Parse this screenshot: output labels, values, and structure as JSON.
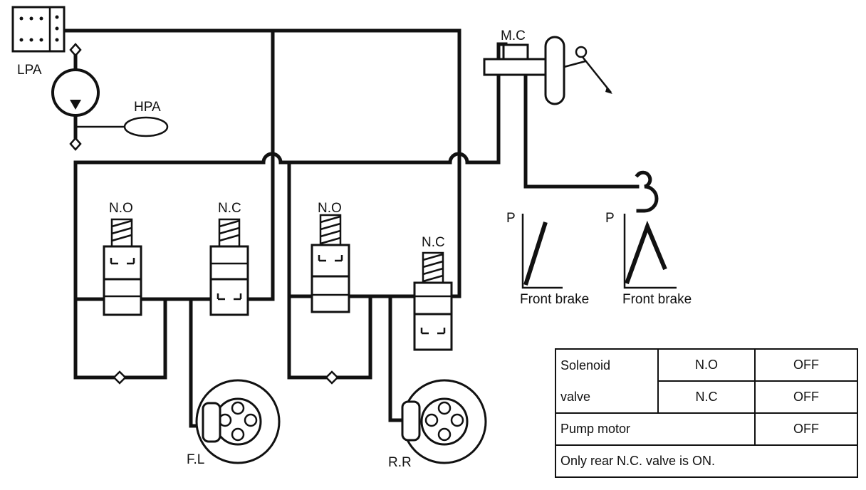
{
  "labels": {
    "lpa": "LPA",
    "hpa": "HPA",
    "mc": "M.C",
    "no_front": "N.O",
    "nc_front": "N.C",
    "no_rear": "N.O",
    "nc_rear": "N.C",
    "fl": "F.L",
    "rr": "R.R"
  },
  "graphs": [
    {
      "axis": "P",
      "caption": "Front brake"
    },
    {
      "axis": "P",
      "caption": "Front brake"
    }
  ],
  "table": {
    "solenoid_1": "Solenoid",
    "solenoid_2": "valve",
    "no": "N.O",
    "no_state": "OFF",
    "nc": "N.C",
    "nc_state": "OFF",
    "pump": "Pump motor",
    "pump_state": "OFF",
    "note": "Only rear N.C. valve is ON."
  }
}
